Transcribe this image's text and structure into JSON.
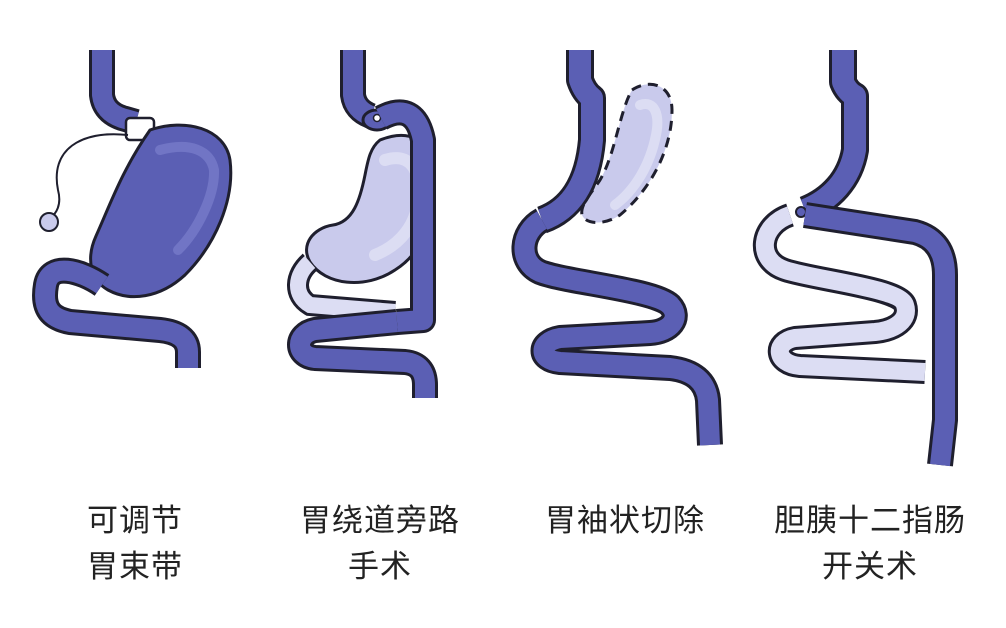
{
  "colors": {
    "organ": "#5B5FB4",
    "organ_highlight": "#7A7FCC",
    "bypassed": "#C9CAEC",
    "bypassed_light": "#DCDDF3",
    "outline": "#1F1F2E",
    "caption_text": "#222222"
  },
  "procedures": [
    {
      "caption_lines": [
        "可调节",
        "胃束带"
      ]
    },
    {
      "caption_lines": [
        "胃绕道旁路",
        "手术"
      ]
    },
    {
      "caption_lines": [
        "胃袖状切除"
      ]
    },
    {
      "caption_lines": [
        "胆胰十二指肠",
        "开关术"
      ]
    }
  ]
}
